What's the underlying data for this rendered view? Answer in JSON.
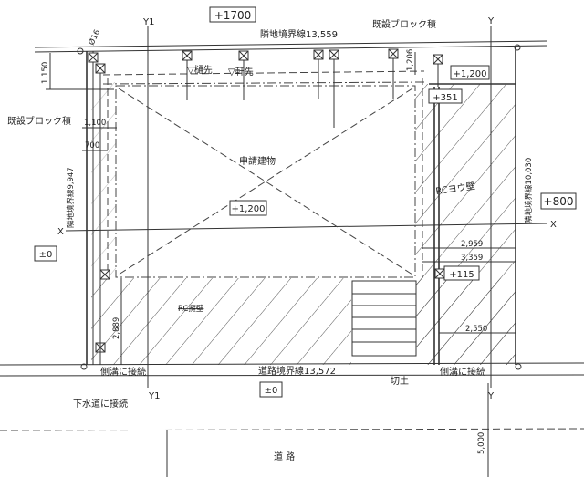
{
  "labels": {
    "level_top": "+1700",
    "neighbor_boundary_top": "隣地境界線13,559",
    "existing_block_top": "既設ブロック積",
    "existing_block_left": "既設ブロック積",
    "axis_y1_top": "Y1",
    "axis_y_top": "Y",
    "axis_y1_bottom": "Y1",
    "axis_y_bottom": "Y",
    "axis_x_left": "X",
    "axis_x_right": "X",
    "pipe_diameter": "Ø16",
    "dim_1150": "1,150",
    "gutter_tip": "▽樋先",
    "eave_tip": "▽軒先",
    "dim_1206": "1,206",
    "level_1200_right": "+1,200",
    "level_351": "+351",
    "dim_1100": "1,100",
    "dim_700": "700",
    "building_label": "申請建物",
    "rc_retaining_wall_right": "RCヨウ壁",
    "neighbor_boundary_left": "隣地境界線9,947",
    "neighbor_boundary_right": "隣地境界線10,030",
    "level_800": "+800",
    "level_1200_center": "+1,200",
    "level_0_left": "±0",
    "dim_2959": "2,959",
    "dim_3359": "3,359",
    "level_115": "+115",
    "rc_retaining_wall_struck": "RC擁壁",
    "dim_2889": "2,889",
    "dim_2550": "2,550",
    "gutter_connect_left": "側溝に接続",
    "gutter_connect_right": "側溝に接続",
    "road_boundary": "道路境界線13,572",
    "cut_earth": "切土",
    "level_0_road": "±0",
    "sewer_connect": "下水道に接続",
    "dim_5000": "5,000",
    "road": "道 路"
  }
}
